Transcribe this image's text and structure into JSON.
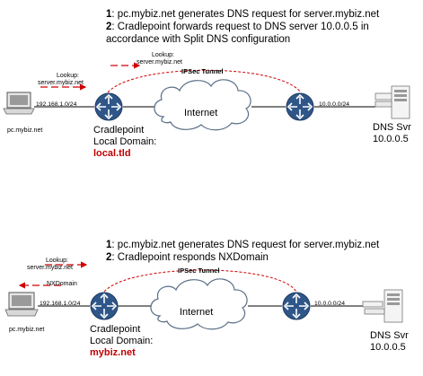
{
  "scenario1": {
    "step1_num": "1",
    "step1_text": ": pc.mybiz.net generates DNS request for server.mybiz.net",
    "step2_num": "2",
    "step2_line1": ": Cradlepoint forwards request to DNS server 10.0.0.5 in",
    "step2_line2": "accordance with Split DNS configuration",
    "lookup_left_line1": "Lookup:",
    "lookup_left_line2": "server.mybiz.net",
    "lookup_top_line1": "Lookup:",
    "lookup_top_line2": "server.mybiz.net",
    "tunnel_label": "IPSec Tunnel",
    "internet_label": "Internet",
    "lan_subnet": "192.168.1.0/24",
    "wan_subnet": "10.0.0.0/24",
    "pc_label": "pc.mybiz.net",
    "router_line1": "Cradlepoint",
    "router_line2": "Local Domain:",
    "local_domain": "local.tld",
    "dns_line1": "DNS Svr",
    "dns_line2": "10.0.0.5"
  },
  "scenario2": {
    "step1_num": "1",
    "step1_text": ": pc.mybiz.net generates DNS request for server.mybiz.net",
    "step2_num": "2",
    "step2_text": ": Cradlepoint responds NXDomain",
    "lookup_line1": "Lookup:",
    "lookup_line2": "server.mybiz.net",
    "nx_label": "NXDomain",
    "tunnel_label": "IPSec Tunnel",
    "internet_label": "Internet",
    "lan_subnet": "192.168.1.0/24",
    "wan_subnet": "10.0.0.0/24",
    "pc_label": "pc.mybiz.net",
    "router_line1": "Cradlepoint",
    "router_line2": "Local Domain:",
    "local_domain": "mybiz.net",
    "dns_line1": "DNS Svr",
    "dns_line2": "10.0.0.5"
  },
  "colors": {
    "router_blue": "#2f5688",
    "arrow_red": "#d00000",
    "domain_red": "#c00000",
    "cloud_stroke": "#5a6e86"
  }
}
